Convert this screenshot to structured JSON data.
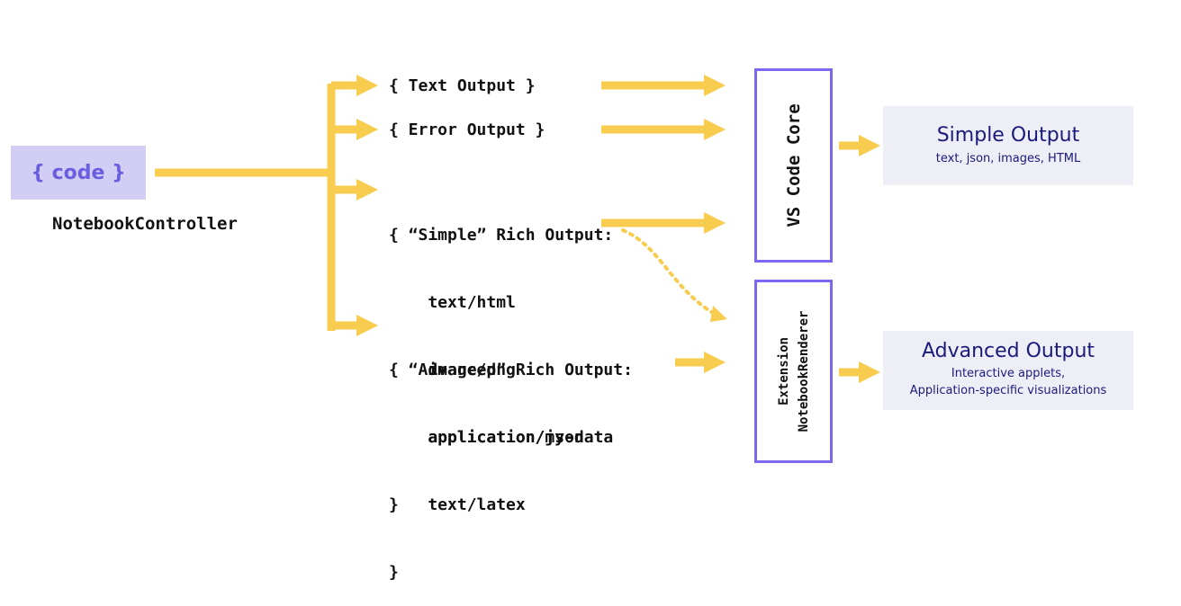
{
  "source": {
    "code_label": "{ code }",
    "controller_label": "NotebookController"
  },
  "outputs": {
    "text": "{ Text Output }",
    "error": "{ Error Output }",
    "simple_rich": [
      "{ “Simple” Rich Output:",
      "    text/html",
      "    image/png",
      "    application/json",
      "}"
    ],
    "advanced_rich": [
      "{ “Advanced” Rich Output:",
      "    application/my-data",
      "    text/latex",
      "}"
    ]
  },
  "renderers": {
    "core": "VS Code Core",
    "extension_line1": "Extension",
    "extension_line2": "NotebookRenderer"
  },
  "results": {
    "simple_title": "Simple Output",
    "simple_sub": "text, json, images, HTML",
    "advanced_title": "Advanced Output",
    "advanced_sub_line1": "Interactive applets,",
    "advanced_sub_line2": "Application-specific visualizations"
  },
  "colors": {
    "arrow": "#f8cc4e",
    "renderer_border": "#7b68ee",
    "code_box": "#d1cdf3",
    "code_text": "#6a5ee0",
    "result_panel": "#eeeef7",
    "result_text": "#1a1a7a"
  }
}
